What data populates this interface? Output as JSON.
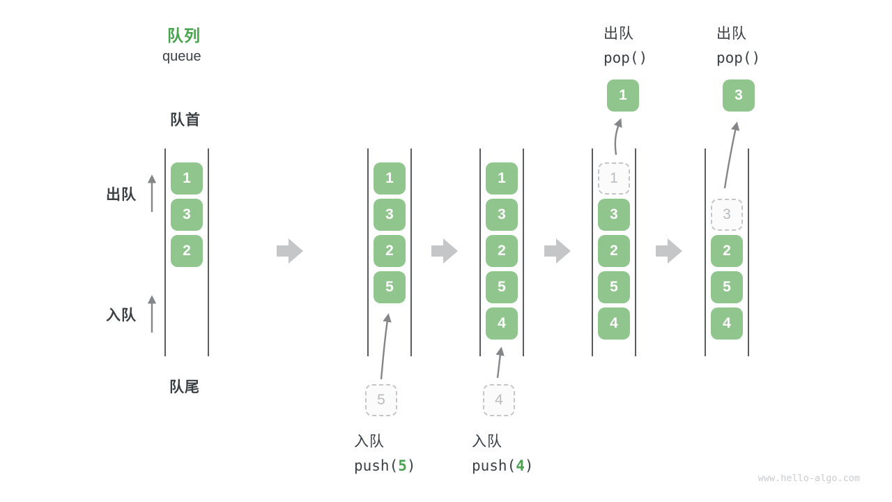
{
  "figure": {
    "title_zh": "队列",
    "title_en": "queue",
    "watermark": "www.hello-algo.com"
  },
  "labels": {
    "front": "队首",
    "rear": "队尾",
    "dequeue_side": "出队",
    "enqueue_side": "入队"
  },
  "colors": {
    "accent_green": "#47a34c",
    "box_green": "#90c58e",
    "text_dark": "#3b4045",
    "arrow_gray": "#848689",
    "flow_arrow_gray": "#c5c6c7",
    "dashed_border_gray": "#c4c6c8",
    "watermark_gray": "#c9cbce"
  },
  "queues": [
    {
      "name": "queue-state-initial",
      "slots": [
        {
          "row": 0,
          "value": "1",
          "state": "filled"
        },
        {
          "row": 1,
          "value": "3",
          "state": "filled"
        },
        {
          "row": 2,
          "value": "2",
          "state": "filled"
        }
      ]
    },
    {
      "name": "queue-state-after-push-5",
      "slots": [
        {
          "row": 0,
          "value": "1",
          "state": "filled"
        },
        {
          "row": 1,
          "value": "3",
          "state": "filled"
        },
        {
          "row": 2,
          "value": "2",
          "state": "filled"
        },
        {
          "row": 3,
          "value": "5",
          "state": "filled"
        }
      ],
      "staging": {
        "value": "5"
      }
    },
    {
      "name": "queue-state-after-push-4",
      "slots": [
        {
          "row": 0,
          "value": "1",
          "state": "filled"
        },
        {
          "row": 1,
          "value": "3",
          "state": "filled"
        },
        {
          "row": 2,
          "value": "2",
          "state": "filled"
        },
        {
          "row": 3,
          "value": "5",
          "state": "filled"
        },
        {
          "row": 4,
          "value": "4",
          "state": "filled"
        }
      ],
      "staging": {
        "value": "4"
      }
    },
    {
      "name": "queue-state-after-pop-1",
      "slots": [
        {
          "row": 0,
          "value": "1",
          "state": "removed"
        },
        {
          "row": 1,
          "value": "3",
          "state": "filled"
        },
        {
          "row": 2,
          "value": "2",
          "state": "filled"
        },
        {
          "row": 3,
          "value": "5",
          "state": "filled"
        },
        {
          "row": 4,
          "value": "4",
          "state": "filled"
        }
      ],
      "popped": {
        "value": "1"
      }
    },
    {
      "name": "queue-state-after-pop-3",
      "slots": [
        {
          "row": 1,
          "value": "3",
          "state": "removed"
        },
        {
          "row": 2,
          "value": "2",
          "state": "filled"
        },
        {
          "row": 3,
          "value": "5",
          "state": "filled"
        },
        {
          "row": 4,
          "value": "4",
          "state": "filled"
        }
      ],
      "popped": {
        "value": "3"
      }
    }
  ],
  "operations": {
    "push5": {
      "zh": "入队",
      "fn_pre": "push(",
      "arg": "5",
      "fn_post": ")"
    },
    "push4": {
      "zh": "入队",
      "fn_pre": "push(",
      "arg": "4",
      "fn_post": ")"
    },
    "pop1": {
      "zh": "出队",
      "fn": "pop()"
    },
    "pop3": {
      "zh": "出队",
      "fn": "pop()"
    }
  }
}
